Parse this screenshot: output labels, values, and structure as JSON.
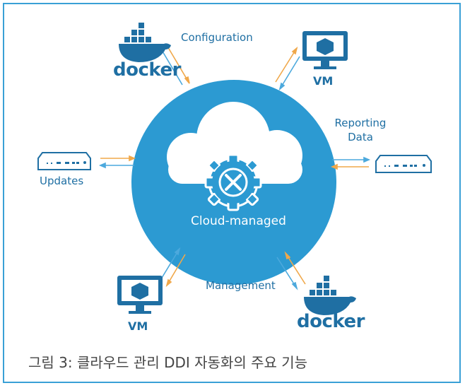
{
  "labels": {
    "configuration": "Configuration",
    "reporting_line1": "Reporting",
    "reporting_line2": "Data",
    "updates": "Updates",
    "management": "Management",
    "center": "Cloud-managed"
  },
  "icons": {
    "vm_top": "VM",
    "vm_bottom": "VM",
    "docker_top": "docker",
    "docker_bottom": "docker"
  },
  "caption": "그림 3: 클라우드 관리 DDI 자동화의 주요 기능",
  "colors": {
    "circle": "#2c9ad2",
    "icon_blue": "#1f6fa3",
    "arrow_orange": "#f0a84a",
    "arrow_blue": "#4ca9dd",
    "border": "#3aa0d6"
  }
}
